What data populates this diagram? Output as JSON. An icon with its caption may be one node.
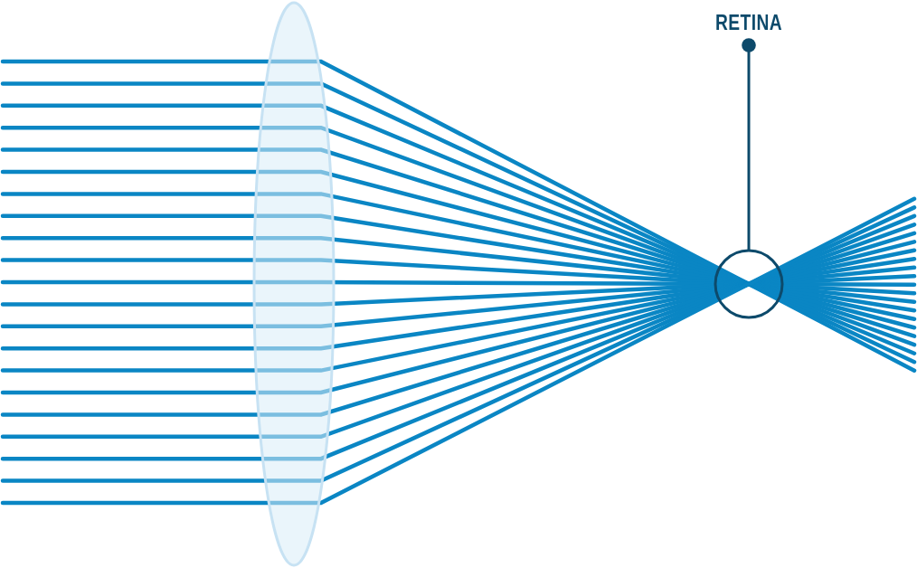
{
  "diagram": {
    "nodes": [
      {
        "text": [
          "RETINA"
        ]
      },
      {
        "text": [],
        "shape": "circle"
      }
    ],
    "edges": [
      {
        "from": 0,
        "to": 1,
        "arrow": "other"
      }
    ]
  }
}
